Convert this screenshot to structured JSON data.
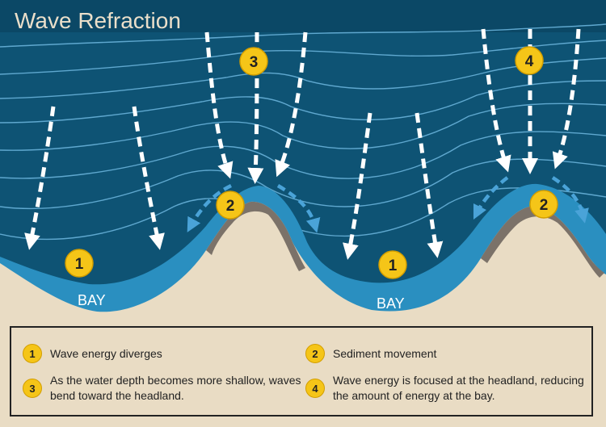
{
  "title": "Wave Refraction",
  "bay_labels": [
    "BAY",
    "BAY"
  ],
  "markers": [
    "1",
    "2",
    "3",
    "4"
  ],
  "legend": [
    {
      "num": "1",
      "text": "Wave energy diverges"
    },
    {
      "num": "2",
      "text": "Sediment movement"
    },
    {
      "num": "3",
      "text": "As the water depth becomes more shallow, waves bend toward the headland."
    },
    {
      "num": "4",
      "text": "Wave energy is focused at the headland, reducing the amount of energy at the bay."
    }
  ],
  "colors": {
    "deep_water": "#0e5374",
    "shallow_water": "#2a8fc0",
    "sand": "#e9dcc4",
    "rock": "#7b7269",
    "marker": "#f5c518"
  }
}
